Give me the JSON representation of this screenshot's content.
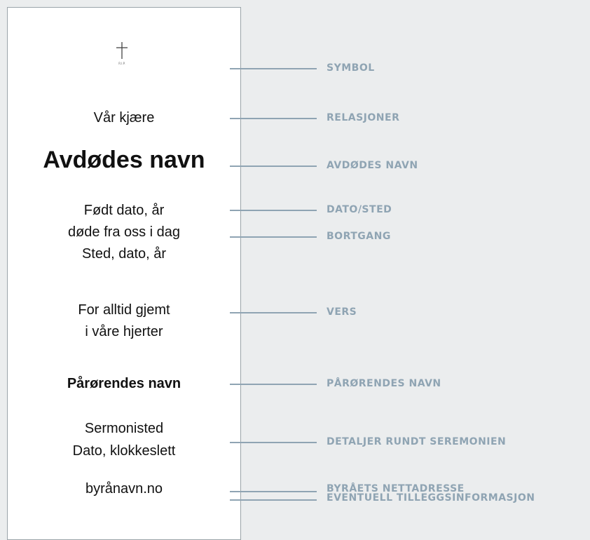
{
  "colors": {
    "background": "#ebedee",
    "card": "#ffffff",
    "card_border": "#9aa4a9",
    "label": "#8fa4b3",
    "connector": "#8fa4b3",
    "text": "#111111"
  },
  "card": {
    "symbol_icon": "cross-icon",
    "symbol_caption": "R.I.P.",
    "relation": "Vår kjære",
    "deceased_name": "Avdødes navn",
    "birth": "Født dato, år",
    "passing": "døde fra oss i dag",
    "place_date": "Sted, dato, år",
    "verse_line1": "For alltid gjemt",
    "verse_line2": "i våre hjerter",
    "relatives": "Pårørendes navn",
    "ceremony_place": "Sermonisted",
    "ceremony_time": "Dato, klokkeslett",
    "website": "byrånavn.no"
  },
  "labels": {
    "symbol": "SYMBOL",
    "relations": "RELASJONER",
    "deceased_name": "AVDØDES NAVN",
    "date_place": "DATO/STED",
    "passing": "BORTGANG",
    "verse": "VERS",
    "relatives": "PÅRØRENDES NAVN",
    "ceremony": "DETALJER RUNDT SEREMONIEN",
    "website": "BYRÅETS NETTADRESSE",
    "extra": "EVENTUELL TILLEGGSINFORMASJON"
  }
}
